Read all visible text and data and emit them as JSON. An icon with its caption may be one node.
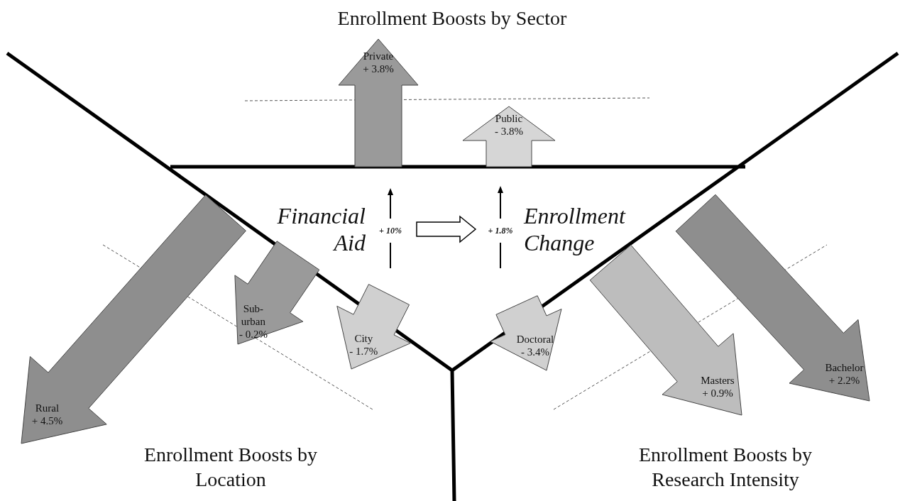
{
  "diagram": {
    "nodes": [
      {
        "text": [
          "Financial Aid"
        ]
      },
      {
        "text": [
          "Enrollment Change"
        ]
      },
      {
        "text": [
          "Private",
          "+ 3.8%"
        ]
      },
      {
        "text": [
          "Public",
          "- 3.8%"
        ]
      },
      {
        "text": [
          "Rural",
          "+ 4.5%"
        ]
      },
      {
        "text": [
          "Sub- urban",
          "- 0.2%"
        ]
      },
      {
        "text": [
          "City",
          "- 1.7%"
        ]
      },
      {
        "text": [
          "Doctoral",
          "- 3.4%"
        ]
      },
      {
        "text": [
          "Masters",
          "+ 0.9%"
        ]
      },
      {
        "text": [
          "Bachelor",
          "+ 2.2%"
        ]
      }
    ],
    "edges": [
      {
        "from": 0,
        "to": 1,
        "arrow": "to"
      }
    ],
    "labels": [
      "Enrollment Boosts by Sector",
      "+ 10%",
      "+ 1.8%",
      "Enrollment Boosts by Location",
      "Enrollment Boosts by Research Intensity"
    ]
  }
}
